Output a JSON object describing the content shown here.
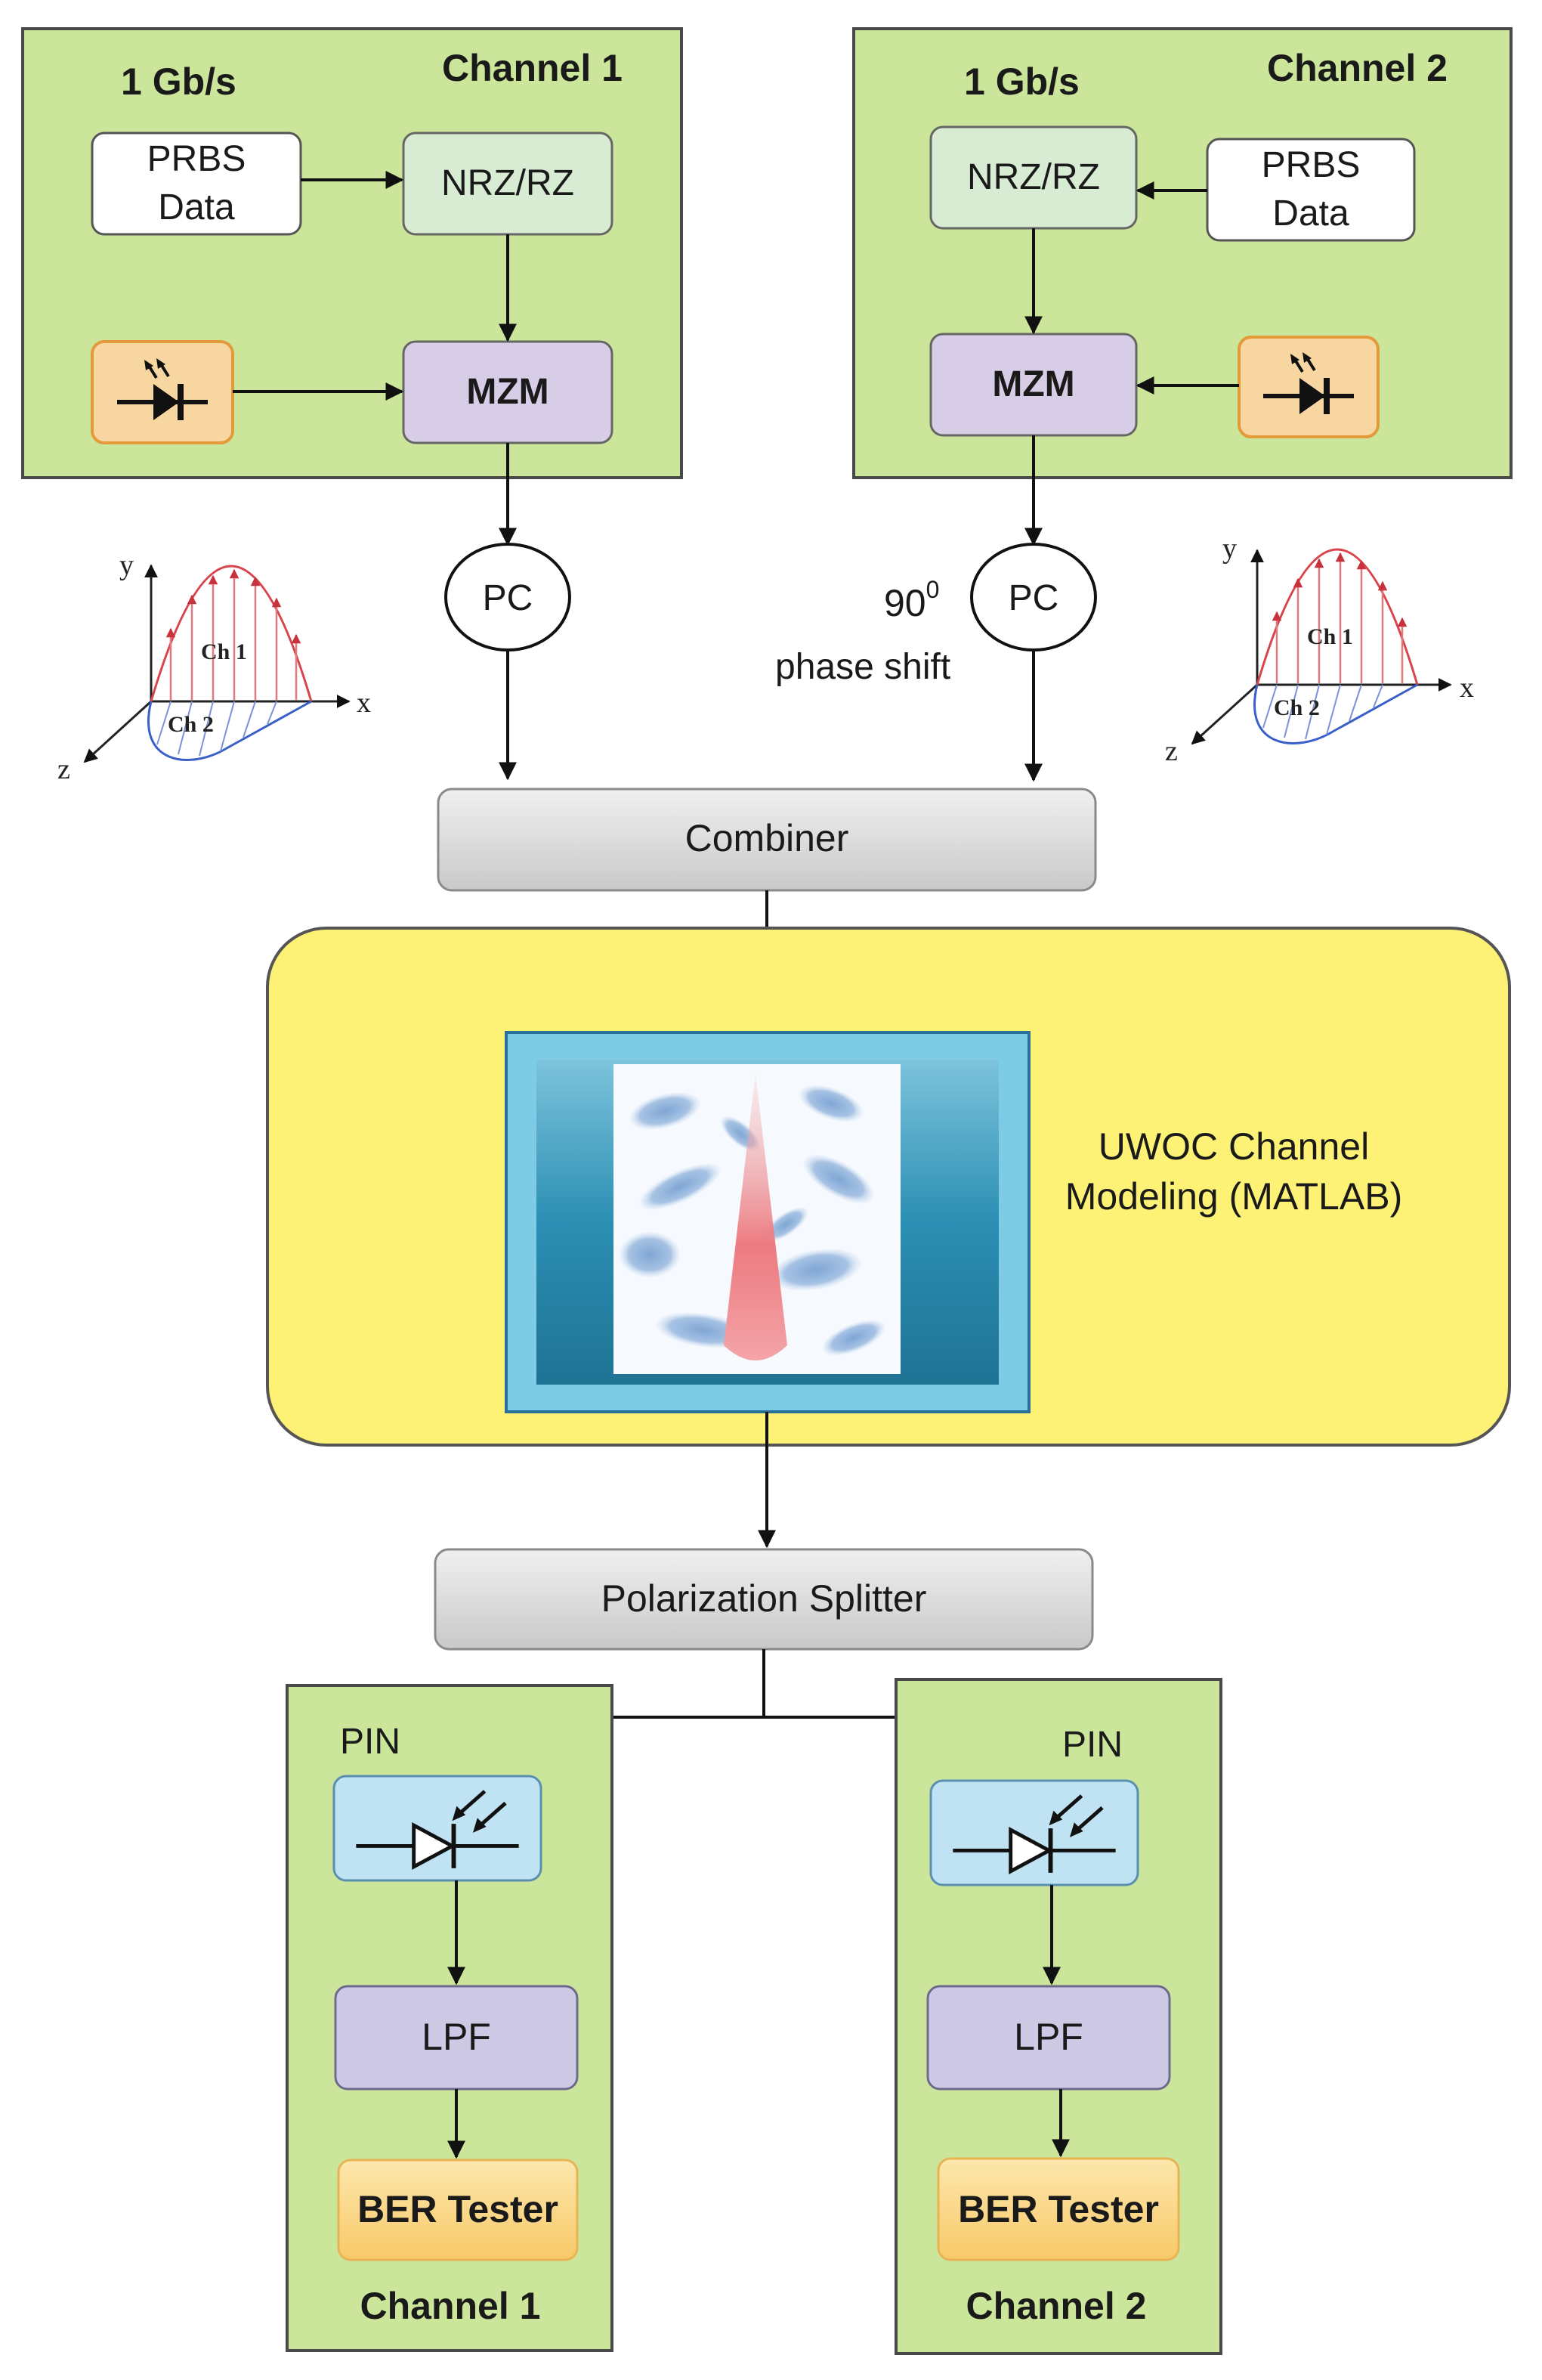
{
  "channel1": {
    "title": "Channel 1",
    "rate": "1 Gb/s",
    "prbs_line1": "PRBS",
    "prbs_line2": "Data",
    "encoder": "NRZ/RZ",
    "modulator": "MZM",
    "pc": "PC"
  },
  "channel2": {
    "title": "Channel 2",
    "rate": "1 Gb/s",
    "prbs_line1": "PRBS",
    "prbs_line2": "Data",
    "encoder": "NRZ/RZ",
    "modulator": "MZM",
    "pc": "PC",
    "phase_value": "90",
    "phase_sup": "0",
    "phase_text": "phase shift"
  },
  "polarization_plots": {
    "axis_x": "x",
    "axis_y": "y",
    "axis_z": "z",
    "ch1": "Ch 1",
    "ch2": "Ch 2"
  },
  "combiner": "Combiner",
  "uwoc": {
    "line1": "UWOC Channel",
    "line2": "Modeling (MATLAB)"
  },
  "splitter": "Polarization Splitter",
  "receiver1": {
    "detector": "PIN",
    "filter": "LPF",
    "tester": "BER Tester",
    "title": "Channel 1"
  },
  "receiver2": {
    "detector": "PIN",
    "filter": "LPF",
    "tester": "BER Tester",
    "title": "Channel 2"
  },
  "colors": {
    "panel_green": "#cbe69b",
    "uwoc_yellow": "#fdf176",
    "encoder_mint": "#d8ecd4",
    "modulator_lilac": "#d7cde6",
    "laser_orange": "#f8d6a2",
    "pin_blue": "#bfe3f3",
    "lpf_lavender": "#cdc8e4",
    "ber_gold": "#fbd98c",
    "gray_box": "#dddddd",
    "water_teal": "#2b8fb3"
  }
}
